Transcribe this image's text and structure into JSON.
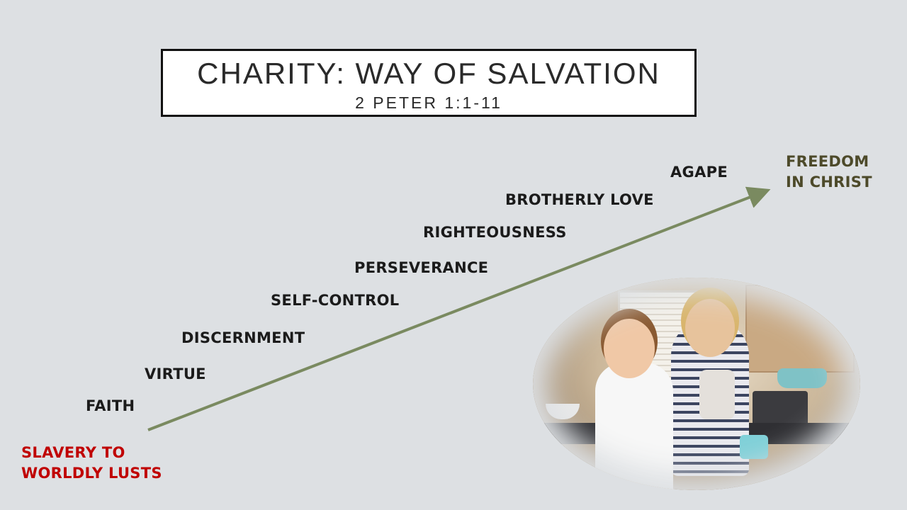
{
  "slide": {
    "title": "CHARITY: WAY OF SALVATION",
    "subtitle": "2 PETER 1:1-11"
  },
  "steps": [
    "FAITH",
    "VIRTUE",
    "DISCERNMENT",
    "SELF-CONTROL",
    "PERSEVERANCE",
    "RIGHTEOUSNESS",
    "BROTHERLY LOVE",
    "AGAPE"
  ],
  "start": {
    "line1": "SLAVERY TO",
    "line2": "WORLDLY LUSTS",
    "color": "#c00000"
  },
  "end": {
    "line1": "FREEDOM",
    "line2": "IN CHRIST",
    "color": "#4d4a2a"
  },
  "colors": {
    "arrow": "#7a8a60",
    "background": "#dde0e3"
  }
}
